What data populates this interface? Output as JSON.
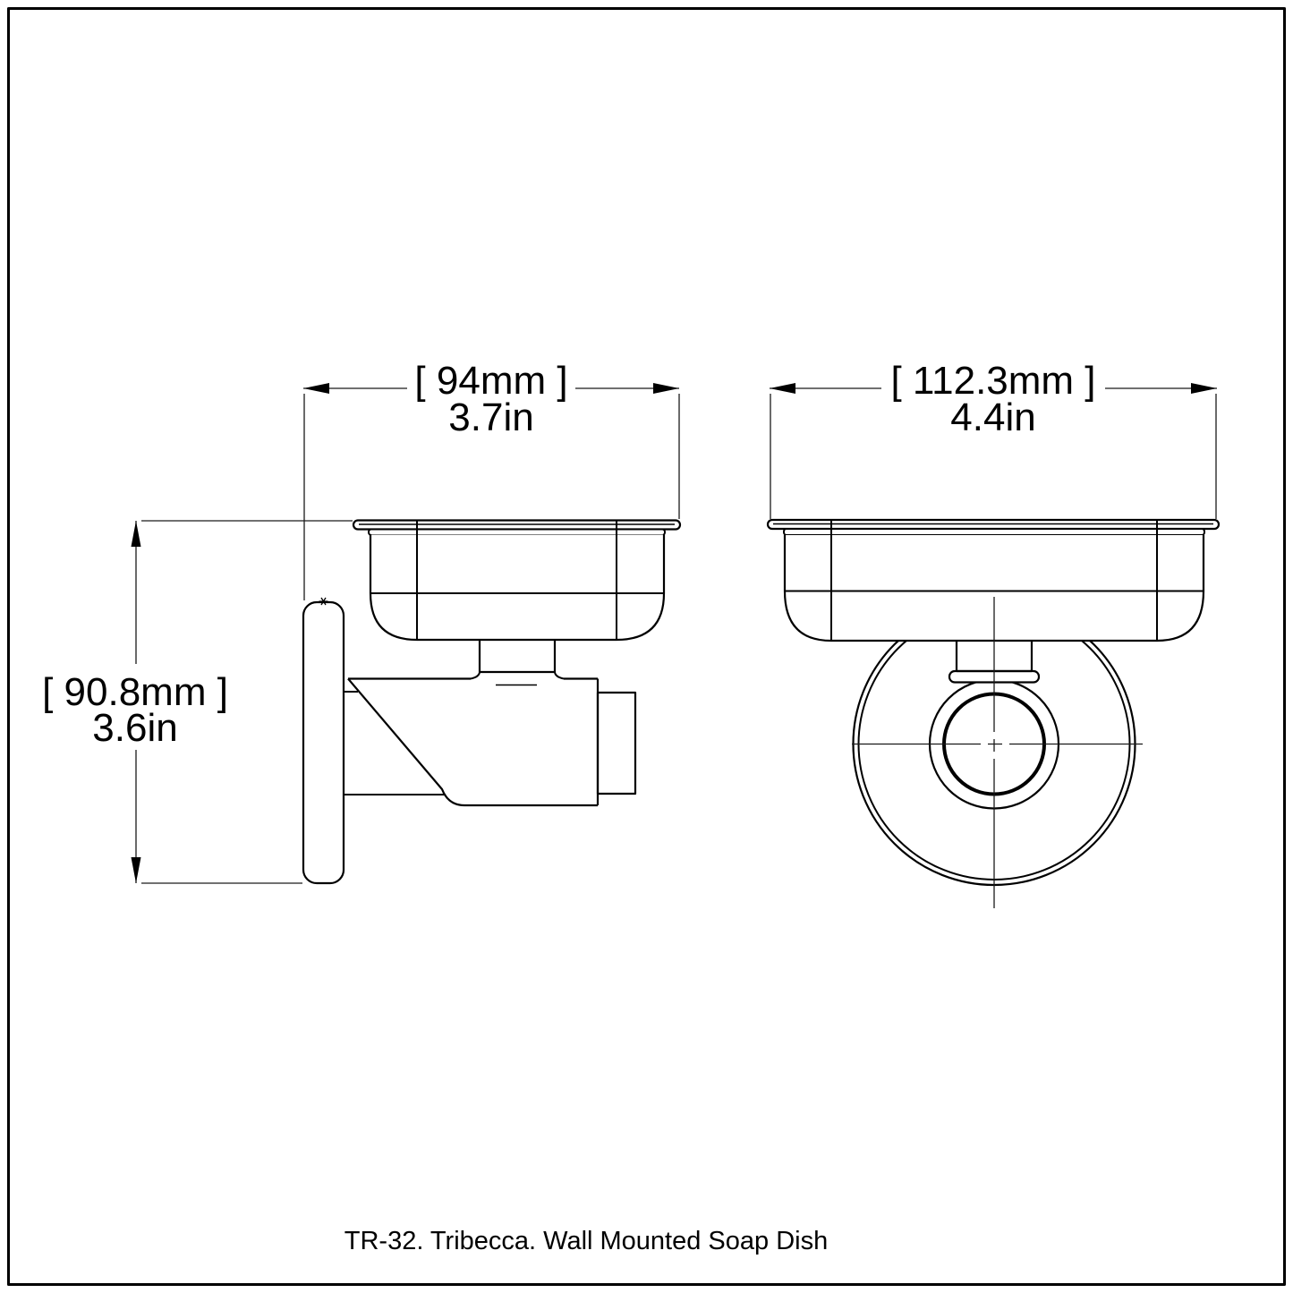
{
  "page": {
    "background": "#ffffff",
    "line_color": "#000000"
  },
  "title_block": {
    "caption": "TR-32. Tribecca. Wall Mounted Soap Dish"
  },
  "dimensions": {
    "depth": {
      "metric": "[ 94mm ]",
      "imperial": "3.7in"
    },
    "width": {
      "metric": "[ 112.3mm ]",
      "imperial": "4.4in"
    },
    "height": {
      "metric": "[ 90.8mm ]",
      "imperial": "3.6in"
    }
  }
}
